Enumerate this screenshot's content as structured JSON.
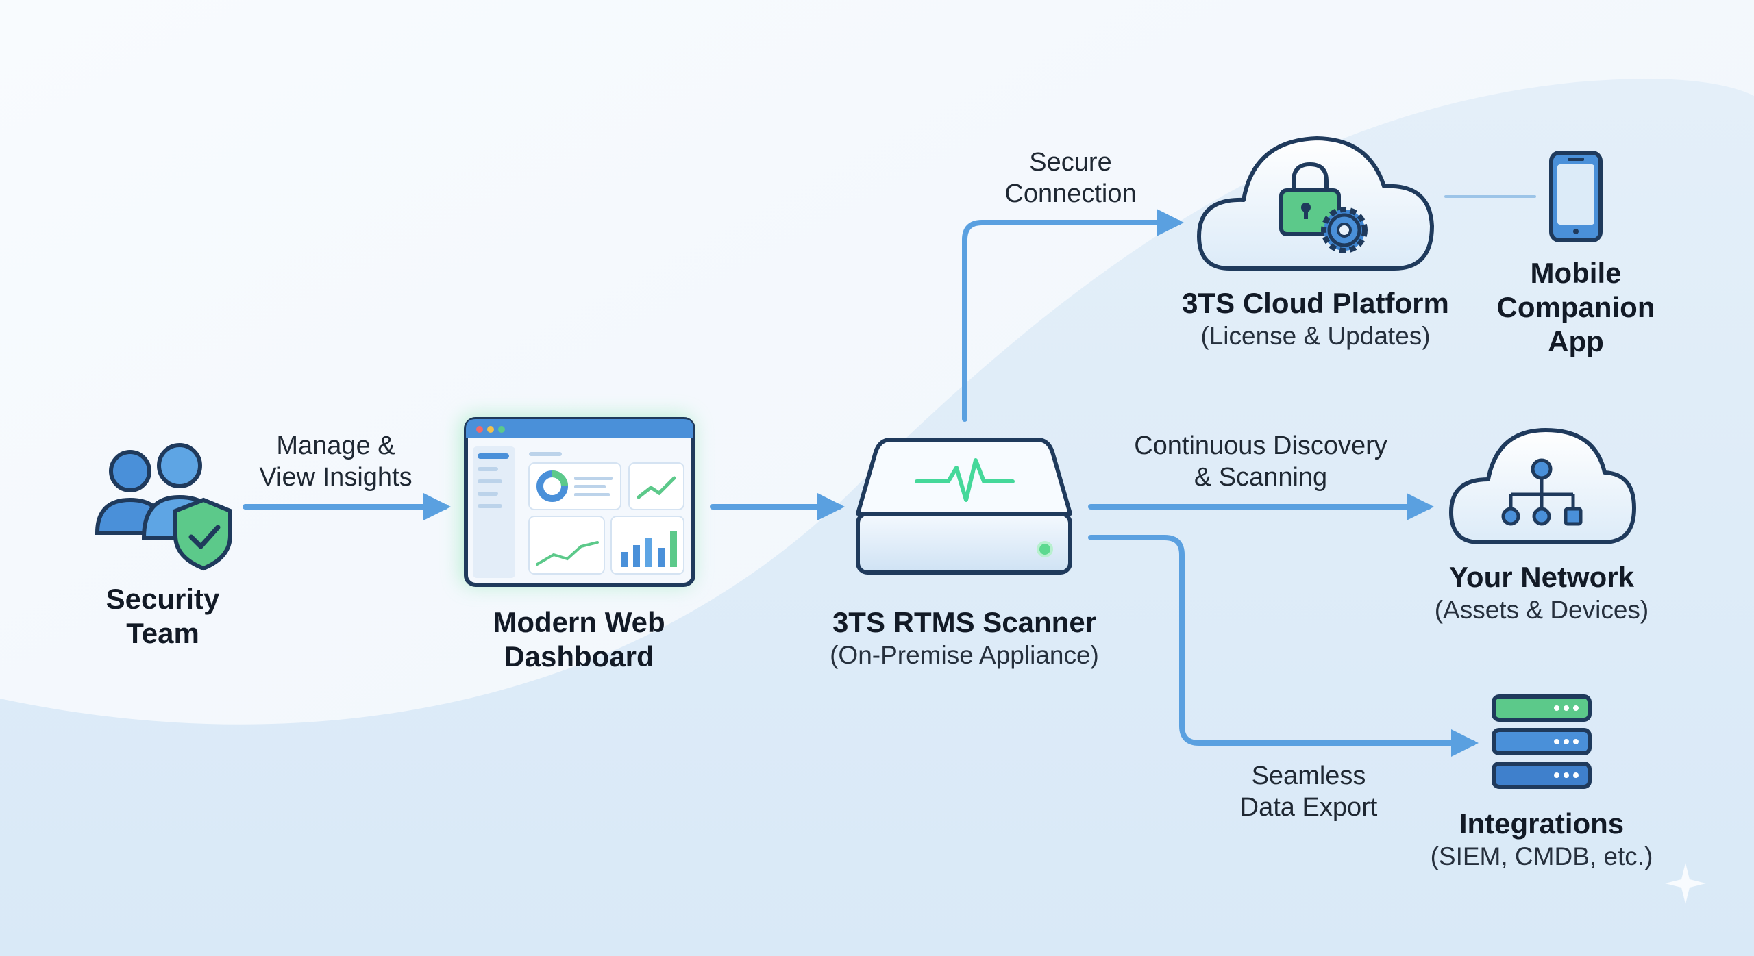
{
  "nodes": {
    "security_team": {
      "title_line1": "Security",
      "title_line2": "Team"
    },
    "dashboard": {
      "title_line1": "Modern Web",
      "title_line2": "Dashboard"
    },
    "scanner": {
      "title": "3TS RTMS Scanner",
      "subtitle": "(On-Premise Appliance)"
    },
    "cloud": {
      "title": "3TS Cloud Platform",
      "subtitle": "(License & Updates)"
    },
    "mobile": {
      "title_line1": "Mobile",
      "title_line2": "Companion",
      "title_line3": "App"
    },
    "network": {
      "title": "Your Network",
      "subtitle": "(Assets & Devices)"
    },
    "integrations": {
      "title": "Integrations",
      "subtitle": "(SIEM, CMDB, etc.)"
    }
  },
  "edges": {
    "manage": {
      "line1": "Manage &",
      "line2": "View Insights"
    },
    "secure": {
      "line1": "Secure",
      "line2": "Connection"
    },
    "discovery": {
      "line1": "Continuous Discovery",
      "line2": "& Scanning"
    },
    "export": {
      "line1": "Seamless",
      "line2": "Data Export"
    }
  },
  "icons": {
    "team": "people-shield-icon",
    "dashboard": "browser-dashboard-icon",
    "scanner": "appliance-icon",
    "cloud": "cloud-lock-gear-icon",
    "mobile": "smartphone-icon",
    "network": "cloud-network-icon",
    "integrations": "server-stack-icon"
  },
  "colors": {
    "accent_blue": "#4a90d9",
    "arrow_blue": "#5aa0e0",
    "outline": "#1f3a5c",
    "green": "#5cc98a"
  }
}
